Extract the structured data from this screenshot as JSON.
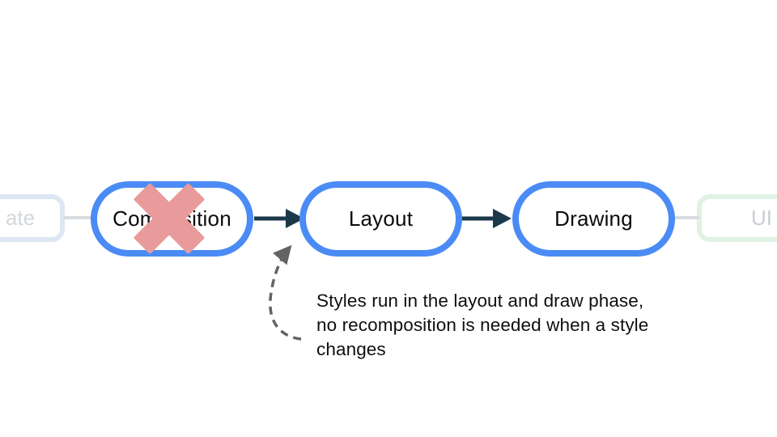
{
  "diagram": {
    "nodes": {
      "state": {
        "label": "ate"
      },
      "composition": {
        "label": "Composition",
        "crossed_out": true
      },
      "layout": {
        "label": "Layout"
      },
      "drawing": {
        "label": "Drawing"
      },
      "ui": {
        "label": "UI"
      }
    },
    "caption": {
      "lines": [
        "Styles run in the layout and draw phase,",
        "no recomposition is needed when a style",
        "changes"
      ]
    },
    "icons": {
      "cross_out": "x-cross-icon",
      "flow_arrow": "arrow-right-icon",
      "annotation_arrow": "dashed-curved-arrow-icon"
    },
    "colors": {
      "background": "#FFFFFF",
      "active_node_border": "#4B8BF5",
      "node_text": "#0B0B0C",
      "flow_arrow": "#1B394A",
      "cross_out": "#E99A9A",
      "faded_node_border_left": "#DDE6F3",
      "faded_node_border_right": "#DFF2E4",
      "faded_node_text": "#CDD1D6",
      "faded_connector": "#D8DCDF",
      "annotation_arrow": "#636363",
      "caption_text": "#0E0F11"
    }
  }
}
